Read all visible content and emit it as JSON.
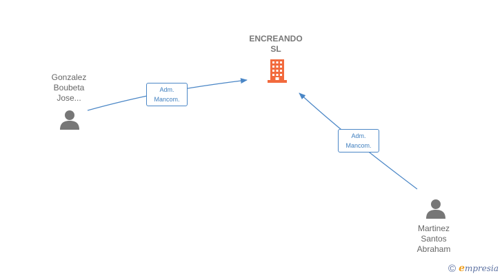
{
  "company": {
    "line1": "ENCREANDO",
    "line2": "SL",
    "icon": "building-icon",
    "color": "#f26a3d"
  },
  "people": [
    {
      "line1": "Gonzalez",
      "line2": "Boubeta",
      "line3": "Jose...",
      "icon": "person-icon"
    },
    {
      "line1": "Martinez",
      "line2": "Santos",
      "line3": "Abraham",
      "icon": "person-icon"
    }
  ],
  "relations": [
    {
      "line1": "Adm.",
      "line2": "Mancom."
    },
    {
      "line1": "Adm.",
      "line2": "Mancom."
    }
  ],
  "watermark": {
    "symbol": "©",
    "initial": "e",
    "rest": "mpresia"
  },
  "colors": {
    "edge": "#4a86c6",
    "person": "#777777",
    "company": "#f26a3d"
  }
}
